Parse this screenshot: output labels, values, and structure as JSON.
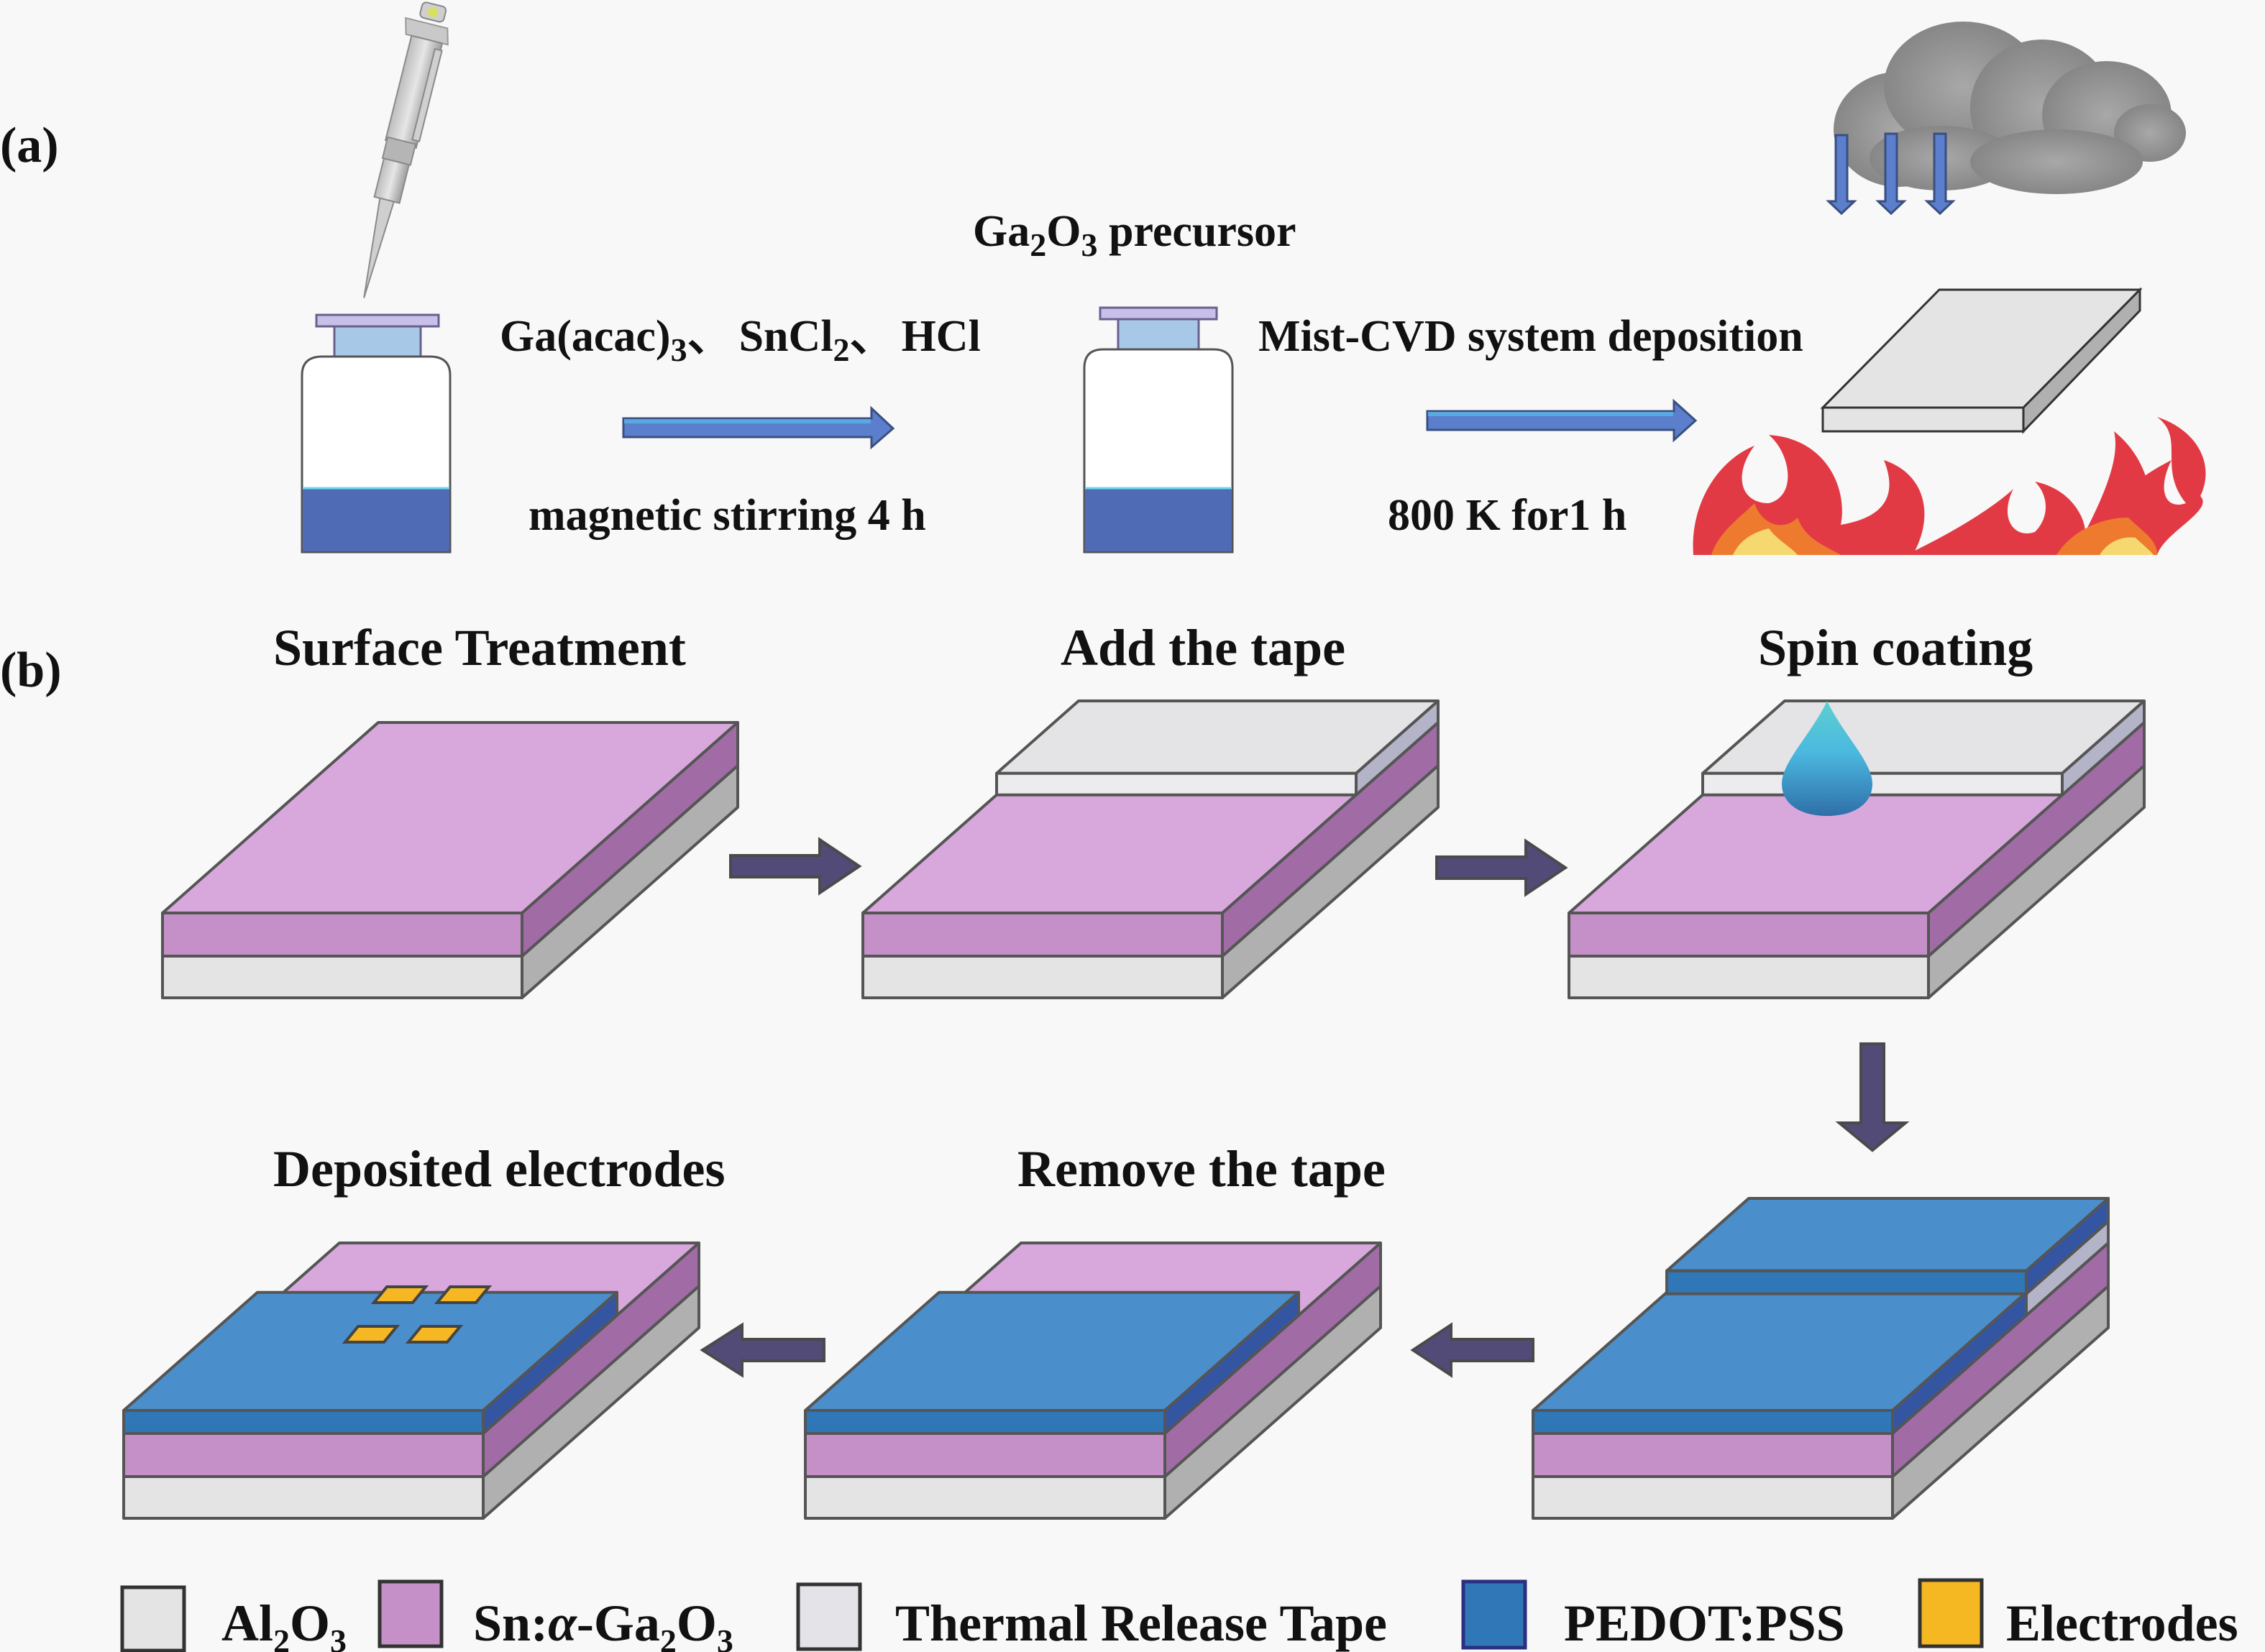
{
  "panels": {
    "a": "(a)",
    "b": "(b)"
  },
  "panel_a": {
    "reagents": {
      "parts": [
        {
          "text": "Ga(acac)",
          "sub": "3",
          "sep": "、"
        },
        {
          "text": "SnCl",
          "sub": "2",
          "sep": "、"
        },
        {
          "text": "HCl",
          "sub": "",
          "sep": ""
        }
      ]
    },
    "step1_below": "magnetic stirring 4 h",
    "precursor": {
      "pre": "Ga",
      "sub1": "2",
      "mid": "O",
      "sub2": "3",
      "post": " precursor"
    },
    "step2_above": "Mist-CVD system deposition",
    "step2_below": "800 K for1 h",
    "icons": [
      "pipette-icon",
      "bottle-icon",
      "bottle-icon",
      "cloud-icon",
      "substrate-plate-icon",
      "flame-icon"
    ]
  },
  "panel_b": {
    "steps": [
      {
        "id": "surface-treatment",
        "label": "Surface Treatment"
      },
      {
        "id": "add-tape",
        "label": "Add the tape"
      },
      {
        "id": "spin-coating",
        "label": "Spin coating"
      },
      {
        "id": "pedot-coated",
        "label": ""
      },
      {
        "id": "remove-tape",
        "label": "Remove the tape"
      },
      {
        "id": "deposited-electrodes",
        "label": "Deposited electrodes"
      }
    ]
  },
  "legend": [
    {
      "name": "al2o3",
      "pre": "Al",
      "sub1": "2",
      "mid": "O",
      "sub2": "3",
      "post": "",
      "color": "#e4e4e4"
    },
    {
      "name": "sn-ga2o3",
      "pre": "Sn:",
      "italic": "α",
      "pre2": "-Ga",
      "sub1": "2",
      "mid": "O",
      "sub2": "3",
      "post": "",
      "color": "#c590c8"
    },
    {
      "name": "thermal-release-tape",
      "label": "Thermal Release Tape",
      "color": "#e4e4e8"
    },
    {
      "name": "pedot-pss",
      "label": "PEDOT:PSS",
      "color": "#2f77b6"
    },
    {
      "name": "electrodes",
      "label": "Electrodes",
      "color": "#f5b722"
    }
  ],
  "colors": {
    "background": "#f8f8f8",
    "al2o3_front": "#e4e4e4",
    "al2o3_side": "#b0b0b0",
    "sn_ga2o3_top": "#d8a8dc",
    "sn_ga2o3_front": "#c590c8",
    "sn_ga2o3_side": "#a16ca6",
    "pedot_top": "#4a8fcc",
    "pedot_front": "#2f77b6",
    "pedot_side": "#3456a2",
    "electrode": "#f5b722",
    "process_arrow": "#5b7fcc",
    "step_arrow": "#524b78",
    "liquid": "#4f6bb5"
  }
}
